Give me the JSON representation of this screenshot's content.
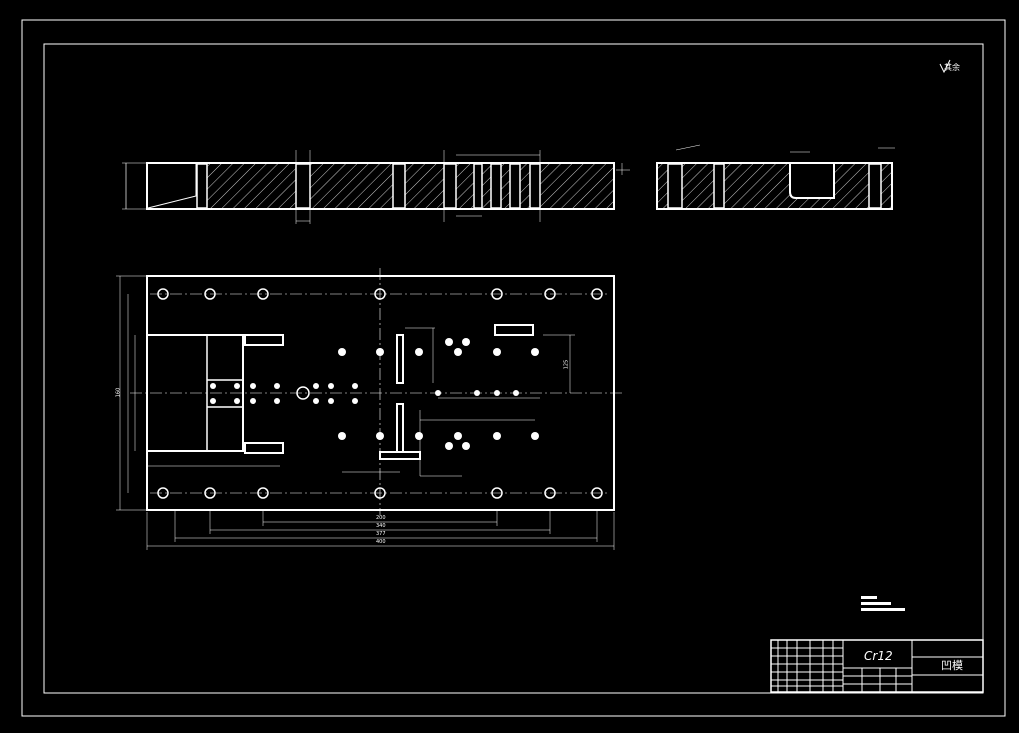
{
  "drawing": {
    "sheet_note": "其余",
    "material": "Cr12",
    "part_name": "凹模",
    "colors": {
      "background": "#000000",
      "lines": "#ffffff",
      "hatch": "#ffffff"
    },
    "top_dims": {
      "overall_length": "400",
      "length_2": "377",
      "length_3": "340",
      "length_4": "200",
      "overall_height": "160",
      "hole_spacing": "125"
    }
  }
}
